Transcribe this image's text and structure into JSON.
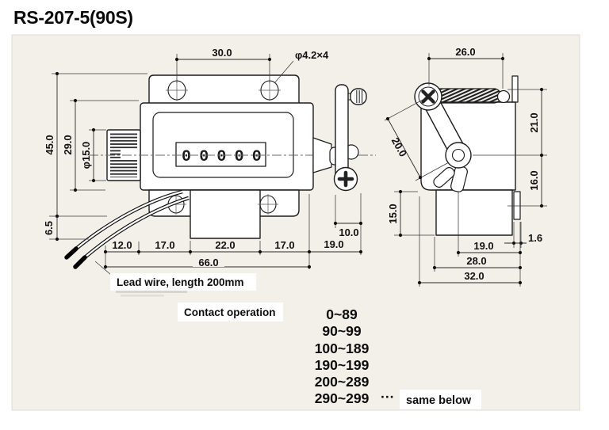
{
  "title": "RS-207-5(90S)",
  "front_view": {
    "counter_digits": "00000",
    "lead_wire_note": "Lead wire, length 200mm",
    "dims": {
      "hole_pitch": "30.0",
      "hole_spec": "φ4.2×4",
      "overall_height": "45.0",
      "body_height": "29.0",
      "knob_diameter": "φ15.0",
      "wire_drop": "6.5",
      "seg_12": "12.0",
      "seg_17a": "17.0",
      "seg_22": "22.0",
      "seg_17b": "17.0",
      "seg_19": "19.0",
      "overall_width": "66.0",
      "lever_offset": "10.0"
    }
  },
  "side_view": {
    "dims": {
      "top_width": "26.0",
      "upper_height": "21.0",
      "lower_height": "16.0",
      "lever_stroke": "20.0",
      "base_height": "15.0",
      "plate_thickness": "1.6",
      "width_19": "19.0",
      "width_28": "28.0",
      "width_32": "32.0"
    }
  },
  "contact_operation": {
    "label": "Contact operation",
    "ranges": [
      "0~89",
      "90~99",
      "100~189",
      "190~199",
      "200~289",
      "290~299"
    ],
    "ellipsis": "···",
    "note": "same below"
  },
  "colors": {
    "panel_bg": "#f3f0ea",
    "line": "#1c1c1c",
    "paper": "#ffffff"
  }
}
